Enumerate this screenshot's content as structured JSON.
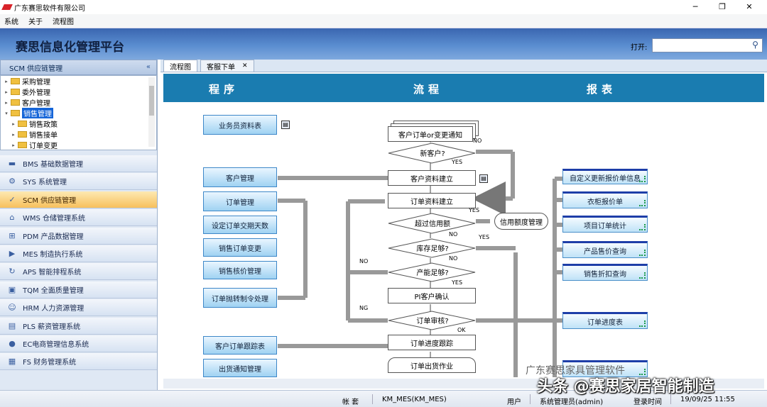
{
  "window": {
    "title": "广东赛思软件有限公司"
  },
  "menu": {
    "items": [
      "系统",
      "关于",
      "流程图"
    ]
  },
  "header": {
    "title": "赛思信息化管理平台",
    "open_label": "打开:",
    "open_value": ""
  },
  "sidebar": {
    "title": "SCM 供应链管理",
    "collapse": "«",
    "tree": [
      {
        "label": "采购管理",
        "level": 0,
        "expanded": false,
        "selected": false
      },
      {
        "label": "委外管理",
        "level": 0,
        "expanded": false,
        "selected": false
      },
      {
        "label": "客户管理",
        "level": 0,
        "expanded": false,
        "selected": false
      },
      {
        "label": "销售管理",
        "level": 0,
        "expanded": true,
        "selected": true
      },
      {
        "label": "销售政策",
        "level": 1,
        "expanded": false,
        "selected": false
      },
      {
        "label": "销售接单",
        "level": 1,
        "expanded": false,
        "selected": false
      },
      {
        "label": "订单变更",
        "level": 1,
        "expanded": false,
        "selected": false
      }
    ],
    "modules": [
      {
        "label": "BMS 基础数据管理",
        "icon": "database-icon",
        "glyph": "▬",
        "active": false
      },
      {
        "label": "SYS 系统管理",
        "icon": "gear-icon",
        "glyph": "⚙",
        "active": false
      },
      {
        "label": "SCM 供应链管理",
        "icon": "chart-trend-icon",
        "glyph": "✓",
        "active": true
      },
      {
        "label": "WMS 仓储管理系统",
        "icon": "warehouse-icon",
        "glyph": "⌂",
        "active": false
      },
      {
        "label": "PDM 产品数据管理",
        "icon": "hierarchy-icon",
        "glyph": "⊞",
        "active": false
      },
      {
        "label": "MES 制造执行系统",
        "icon": "play-icon",
        "glyph": "▶",
        "active": false
      },
      {
        "label": "APS 智能排程系统",
        "icon": "refresh-icon",
        "glyph": "↻",
        "active": false
      },
      {
        "label": "TQM 全面质量管理",
        "icon": "monitor-icon",
        "glyph": "▣",
        "active": false
      },
      {
        "label": "HRM 人力资源管理",
        "icon": "people-icon",
        "glyph": "☺",
        "active": false
      },
      {
        "label": "PLS 薪资管理系统",
        "icon": "payroll-icon",
        "glyph": "▤",
        "active": false
      },
      {
        "label": "EC电商管理信息系统",
        "icon": "globe-icon",
        "glyph": "●",
        "active": false
      },
      {
        "label": "FS 财务管理系统",
        "icon": "ledger-icon",
        "glyph": "▦",
        "active": false
      }
    ]
  },
  "tabs": [
    {
      "label": "流程图",
      "active": true,
      "closable": false
    },
    {
      "label": "客服下单",
      "active": false,
      "closable": true
    }
  ],
  "flow": {
    "headers": {
      "program": "程序",
      "flow": "流程",
      "report": "报表"
    },
    "programs": [
      "业务员资料表",
      "客户管理",
      "订单管理",
      "设定订单交期天数",
      "销售订单变更",
      "销售核价管理",
      "订单抛转制令处理",
      "客户订单跟踪表",
      "出货通知管理"
    ],
    "flow_nodes": {
      "start": "客户订单or变更通知",
      "new_customer": "新客户?",
      "customer_setup": "客户资料建立",
      "order_setup": "订单资料建立",
      "over_credit": "超过信用额",
      "credit_mgmt": "信用额度管理",
      "stock_enough": "库存足够?",
      "capacity_enough": "产能足够?",
      "pi_confirm": "PI客户确认",
      "order_review": "订单审核?",
      "order_tracking": "订单进度跟踪",
      "shipping": "订单出货作业"
    },
    "edge_labels": {
      "no1": "NO",
      "yes1": "YES",
      "yes2": "YES",
      "no2": "NO",
      "yes3": "YES",
      "no3": "NO",
      "no4": "NO",
      "yes4": "YES",
      "ng": "NG",
      "ok": "OK"
    },
    "reports": [
      "自定义更新报价单信息",
      "衣柜报价单",
      "项目订单统计",
      "产品售价查询",
      "销售折扣查询",
      "订单进度表"
    ]
  },
  "status": {
    "account_label": "帐 套",
    "account_value": "KM_MES(KM_MES)",
    "user_label": "用户",
    "user_value": "系统管理员(admin)",
    "login_label": "登录时间",
    "login_value": "19/09/25 11:55"
  },
  "watermark": {
    "line1": "广东赛思家具管理软件",
    "line2": "头条 @赛思家居智能制造"
  },
  "colors": {
    "flow_header": "#1a7cb0",
    "banner": "#4a7cc4",
    "selected": "#1565d8",
    "active_module": "#f7c05c"
  }
}
